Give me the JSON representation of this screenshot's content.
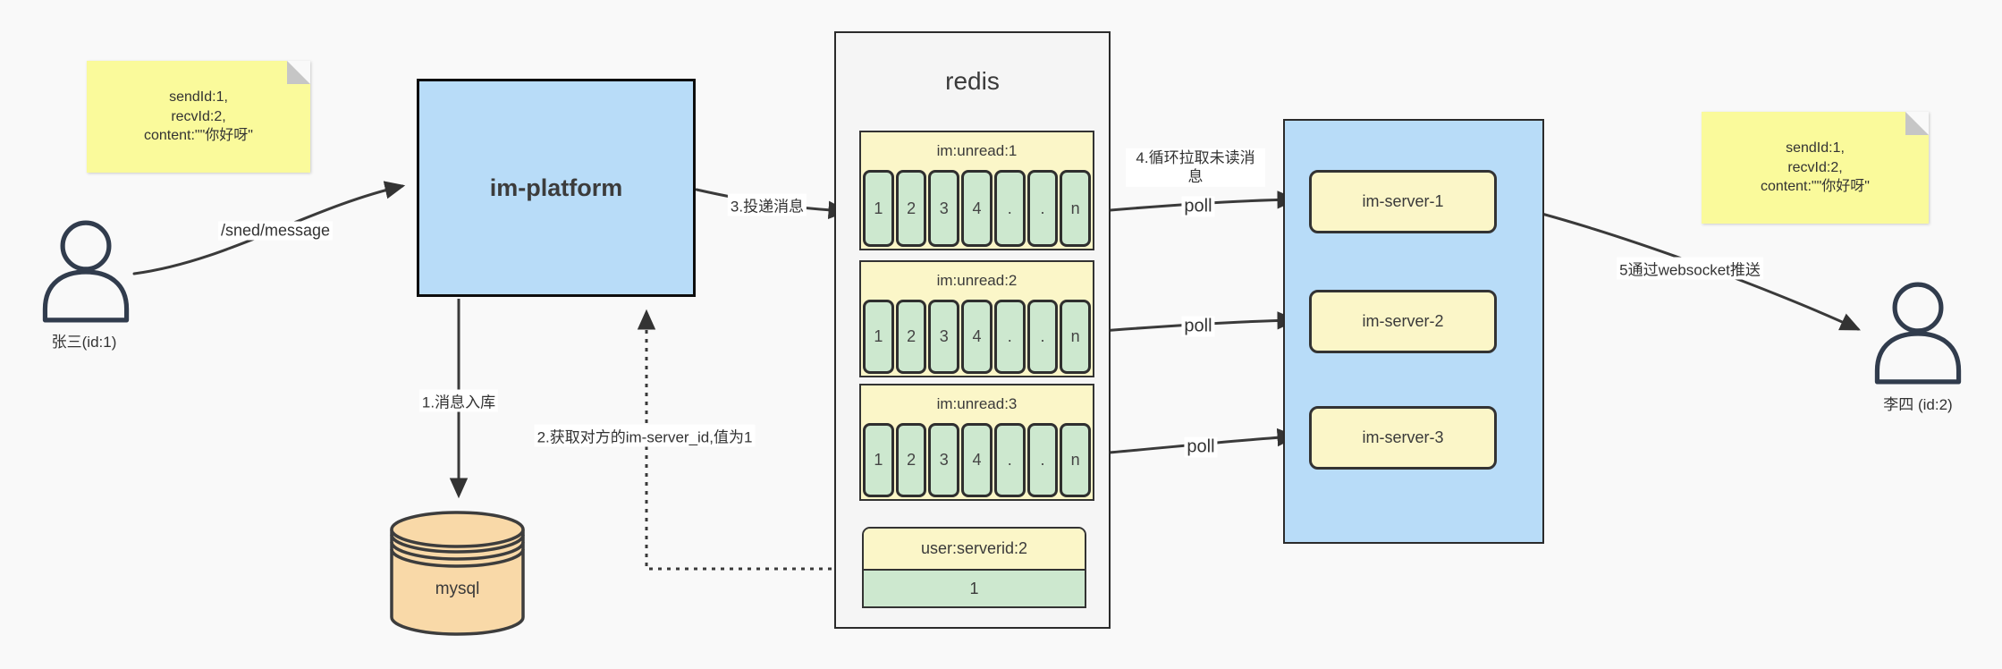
{
  "colors": {
    "node_blue": "#b8dcf8",
    "note_yellow": "#fafa9b",
    "box_yellow": "#fbf6c8",
    "cell_green": "#cde8cf",
    "db_orange": "#f9d9a8",
    "stroke": "#3a3a3a"
  },
  "notes": {
    "left": {
      "lines": [
        "sendId:1,",
        "recvId:2,",
        "content:\"\"你好呀\""
      ]
    },
    "right": {
      "lines": [
        "sendId:1,",
        "recvId:2,",
        "content:\"\"你好呀\""
      ]
    }
  },
  "actors": {
    "sender_label": "张三(id:1)",
    "receiver_label": "李四 (id:2)"
  },
  "nodes": {
    "platform_label": "im-platform",
    "mysql_label": "mysql",
    "redis_title": "redis",
    "servers": [
      "im-server-1",
      "im-server-2",
      "im-server-3"
    ]
  },
  "redis": {
    "queues": [
      {
        "header": "im:unread:1",
        "cells": [
          "1",
          "2",
          "3",
          "4",
          ".",
          ".",
          "n"
        ]
      },
      {
        "header": "im:unread:2",
        "cells": [
          "1",
          "2",
          "3",
          "4",
          ".",
          ".",
          "n"
        ]
      },
      {
        "header": "im:unread:3",
        "cells": [
          "1",
          "2",
          "3",
          "4",
          ".",
          ".",
          "n"
        ]
      }
    ],
    "kv": {
      "header": "user:serverid:2",
      "value": "1"
    }
  },
  "edge_labels": {
    "send": "/sned/message",
    "store": "1.消息入库",
    "lookup": "2.获取对方的im-server_id,值为1",
    "deliver": "3.投递消息",
    "pull": "4.循环拉取未读消息",
    "poll": "poll",
    "push": "5通过websocket推送"
  }
}
